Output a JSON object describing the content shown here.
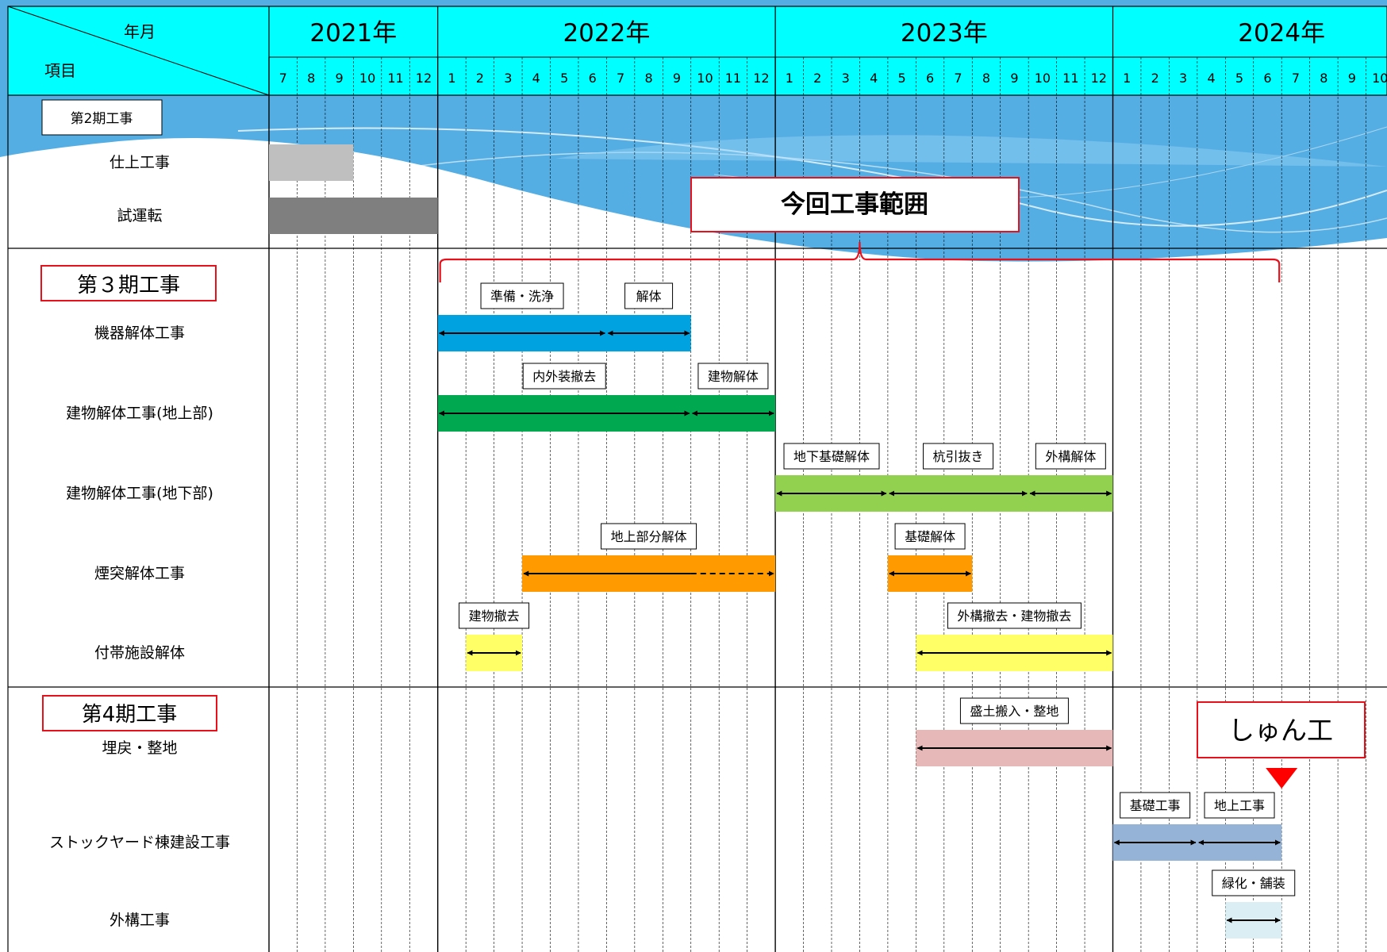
{
  "header": {
    "corner_top": "年月",
    "corner_bottom": "項目",
    "years": [
      "2021年",
      "2022年",
      "2023年",
      "2024年"
    ],
    "months": [
      "7",
      "8",
      "9",
      "10",
      "11",
      "12",
      "1",
      "2",
      "3",
      "4",
      "5",
      "6",
      "7",
      "8",
      "9",
      "10",
      "11",
      "12",
      "1",
      "2",
      "3",
      "4",
      "5",
      "6",
      "7",
      "8",
      "9",
      "10",
      "11",
      "12",
      "1",
      "2",
      "3",
      "4",
      "5",
      "6",
      "7",
      "8",
      "9",
      "10"
    ]
  },
  "sections": {
    "phase2": "第2期工事",
    "phase3": "第３期工事",
    "phase4": "第4期工事"
  },
  "rows": [
    {
      "key": "finish",
      "label": "仕上工事"
    },
    {
      "key": "trial",
      "label": "試運転"
    },
    {
      "key": "equip",
      "label": "機器解体工事"
    },
    {
      "key": "bldg_up",
      "label": "建物解体工事(地上部)"
    },
    {
      "key": "bldg_down",
      "label": "建物解体工事(地下部)"
    },
    {
      "key": "chimney",
      "label": "煙突解体工事"
    },
    {
      "key": "aux",
      "label": "付帯施設解体"
    },
    {
      "key": "backfill",
      "label": "埋戻・整地"
    },
    {
      "key": "stockyard",
      "label": "ストックヤード棟建設工事"
    },
    {
      "key": "exterior",
      "label": "外構工事"
    }
  ],
  "scope_label": "今回工事範囲",
  "completion_label": "しゅん工",
  "colors": {
    "header_bg": "#00ffff",
    "sky_band": "#55aee3",
    "accent_red": "#e8101b",
    "finish": "#bfbfbf",
    "trial": "#7f7f7f",
    "equip": "#00a3e0",
    "bldg_up": "#00a850",
    "bldg_down": "#92d050",
    "chimney": "#ff9a00",
    "aux": "#ffff66",
    "backfill": "#e6b8b7",
    "stockyard": "#95b3d7",
    "exterior": "#daeef3"
  },
  "tasks": [
    {
      "row": "finish",
      "start": "2021-07",
      "end": "2021-09",
      "color": "finish"
    },
    {
      "row": "trial",
      "start": "2021-07",
      "end": "2021-12",
      "color": "trial"
    },
    {
      "row": "equip",
      "start": "2022-01",
      "end": "2022-09",
      "color": "equip",
      "arrows": [
        {
          "start": "2022-01",
          "end": "2022-06",
          "label": "準備・洗浄"
        },
        {
          "start": "2022-07",
          "end": "2022-09",
          "label": "解体"
        }
      ]
    },
    {
      "row": "bldg_up",
      "start": "2022-01",
      "end": "2022-12",
      "color": "bldg_up",
      "arrows": [
        {
          "start": "2022-01",
          "end": "2022-09",
          "label": "内外装撤去"
        },
        {
          "start": "2022-10",
          "end": "2022-12",
          "label": "建物解体"
        }
      ]
    },
    {
      "row": "bldg_down",
      "start": "2023-01",
      "end": "2023-12",
      "color": "bldg_down",
      "arrows": [
        {
          "start": "2023-01",
          "end": "2023-04",
          "label": "地下基礎解体"
        },
        {
          "start": "2023-05",
          "end": "2023-09",
          "label": "杭引抜き"
        },
        {
          "start": "2023-10",
          "end": "2023-12",
          "label": "外構解体"
        }
      ]
    },
    {
      "row": "chimney",
      "start": "2022-04",
      "end": "2022-12",
      "color": "chimney",
      "arrows": [
        {
          "start": "2022-04",
          "end": "2022-12",
          "label": "地上部分解体",
          "dashed_from": "2022-10"
        }
      ]
    },
    {
      "row": "chimney",
      "start": "2023-05",
      "end": "2023-07",
      "color": "chimney",
      "arrows": [
        {
          "start": "2023-05",
          "end": "2023-07",
          "label": "基礎解体"
        }
      ]
    },
    {
      "row": "aux",
      "start": "2022-02",
      "end": "2022-03",
      "color": "aux",
      "arrows": [
        {
          "start": "2022-02",
          "end": "2022-03",
          "label": "建物撤去"
        }
      ]
    },
    {
      "row": "aux",
      "start": "2023-06",
      "end": "2023-12",
      "color": "aux",
      "arrows": [
        {
          "start": "2023-06",
          "end": "2023-12",
          "label": "外構撤去・建物撤去"
        }
      ]
    },
    {
      "row": "backfill",
      "start": "2023-06",
      "end": "2023-12",
      "color": "backfill",
      "arrows": [
        {
          "start": "2023-06",
          "end": "2023-12",
          "label": "盛土搬入・整地"
        }
      ]
    },
    {
      "row": "stockyard",
      "start": "2024-01",
      "end": "2024-06",
      "color": "stockyard",
      "arrows": [
        {
          "start": "2024-01",
          "end": "2024-03",
          "label": "基礎工事"
        },
        {
          "start": "2024-04",
          "end": "2024-06",
          "label": "地上工事"
        }
      ]
    },
    {
      "row": "exterior",
      "start": "2024-05",
      "end": "2024-06",
      "color": "exterior",
      "arrows": [
        {
          "start": "2024-05",
          "end": "2024-06",
          "label": "緑化・舗装"
        }
      ]
    }
  ],
  "scope": {
    "start": "2022-01",
    "end": "2024-06"
  },
  "completion": "2024-06"
}
